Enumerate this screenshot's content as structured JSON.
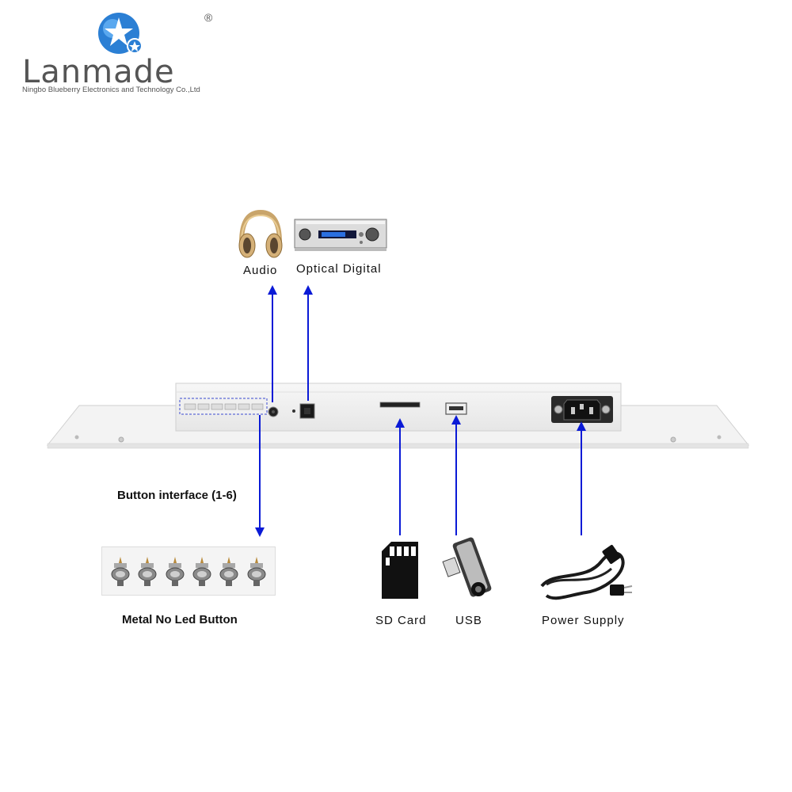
{
  "brand": {
    "name": "Lanmade",
    "company": "Ningbo Blueberry Electronics and Technology Co.,Ltd",
    "registered": "®",
    "color_primary": "#2b7fd4",
    "color_text": "#555555"
  },
  "labels": {
    "audio": "Audio",
    "optical": "Optical Digital",
    "button_interface": "Button interface (1-6)",
    "metal_button": "Metal No Led Button",
    "sd_card": "SD Card",
    "usb": "USB",
    "power": "Power Supply"
  },
  "icons": {
    "headphones": "headphones-icon",
    "amplifier": "amplifier-icon",
    "sd_card": "sd-card-icon",
    "usb_drive": "usb-drive-icon",
    "power_cord": "power-cord-icon",
    "metal_button": "metal-button-icon"
  },
  "colors": {
    "arrow": "#0a1ad6",
    "panel": "#eeeeee",
    "panel_edge": "#cfcfcf"
  }
}
